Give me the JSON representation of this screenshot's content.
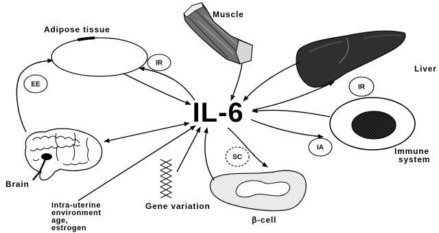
{
  "diagram": {
    "center_label": "IL-6",
    "nodes": {
      "adipose_tissue": {
        "label": "Adipose tissue",
        "icon": "adipocyte-illustration"
      },
      "muscle": {
        "label": "Muscle",
        "icon": "muscle-illustration"
      },
      "liver": {
        "label": "Liver",
        "icon": "liver-illustration"
      },
      "immune_system": {
        "label_lines": [
          "Immune",
          "system"
        ],
        "icon": "immune-cell-illustration"
      },
      "beta_cell": {
        "label": "β-cell",
        "icon": "beta-cell-illustration"
      },
      "brain": {
        "label": "Brain",
        "icon": "brain-illustration"
      },
      "gene_variation": {
        "label": "Gene variation",
        "icon": "dna-helix-icon"
      },
      "intrauterine": {
        "label_lines": [
          "Intra-uterine",
          "environment",
          "age,",
          "estrogen"
        ]
      }
    },
    "effect_tags": {
      "adipose_ee": "EE",
      "adipose_ir": "IR",
      "liver_ir": "IR",
      "immune_ia": "IA",
      "beta_cell_sc": "SC"
    }
  },
  "colors": {
    "ink": "#000000",
    "paper": "#ffffff",
    "tissue_dark": "#2f2f2f"
  }
}
